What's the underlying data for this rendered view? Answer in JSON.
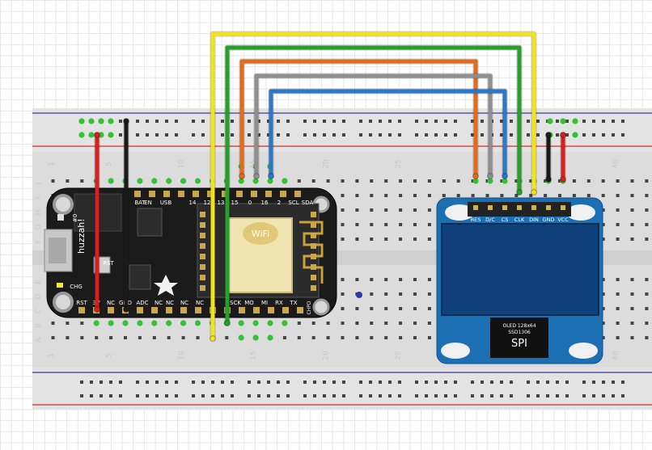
{
  "breadboard": {
    "col_numbers": [
      "5",
      "10",
      "15",
      "20",
      "25",
      "40"
    ],
    "row_letters_top": [
      "J",
      "I",
      "H",
      "G",
      "F"
    ],
    "row_letters_bottom": [
      "E",
      "D",
      "C",
      "B",
      "A"
    ]
  },
  "huzzah": {
    "board_name": "huzzah!",
    "top_pins": [
      "BAT",
      "EN",
      "USB",
      "14",
      "12",
      "13",
      "15",
      "0",
      "16",
      "2",
      "SCL",
      "SDA"
    ],
    "bottom_pins": [
      "RST",
      "3V",
      "NC",
      "GND",
      "ADC",
      "NC",
      "NC",
      "NC",
      "NC",
      "SCK",
      "MO",
      "MI",
      "RX",
      "TX",
      "CHPD"
    ],
    "side_labels": [
      "#0",
      "RST",
      "CHG"
    ],
    "module_logo": "WiFi"
  },
  "oled": {
    "pin_labels": [
      "RES",
      "D/C",
      "CS",
      "CLK",
      "DIN",
      "GND",
      "VCC"
    ],
    "model_line1": "OLED 128x64",
    "model_line2": "SSD1306",
    "interface": "SPI"
  },
  "colors": {
    "board_bg": "#dcdcdc",
    "rail_red": "#d12c2c",
    "rail_blue": "#3a3aa0",
    "hole_green": "#34c234",
    "huzzah_pcb": "#1b1b1b",
    "oled_pcb": "#1d6fb3",
    "oled_screen": "#10407a",
    "wire_yellow": "#f2e11d",
    "wire_green": "#27a02a",
    "wire_orange": "#e26b1c",
    "wire_grey": "#8f8f8f",
    "wire_blue": "#2b78c9",
    "wire_red": "#d81f1f",
    "wire_black": "#1a1a1a"
  }
}
